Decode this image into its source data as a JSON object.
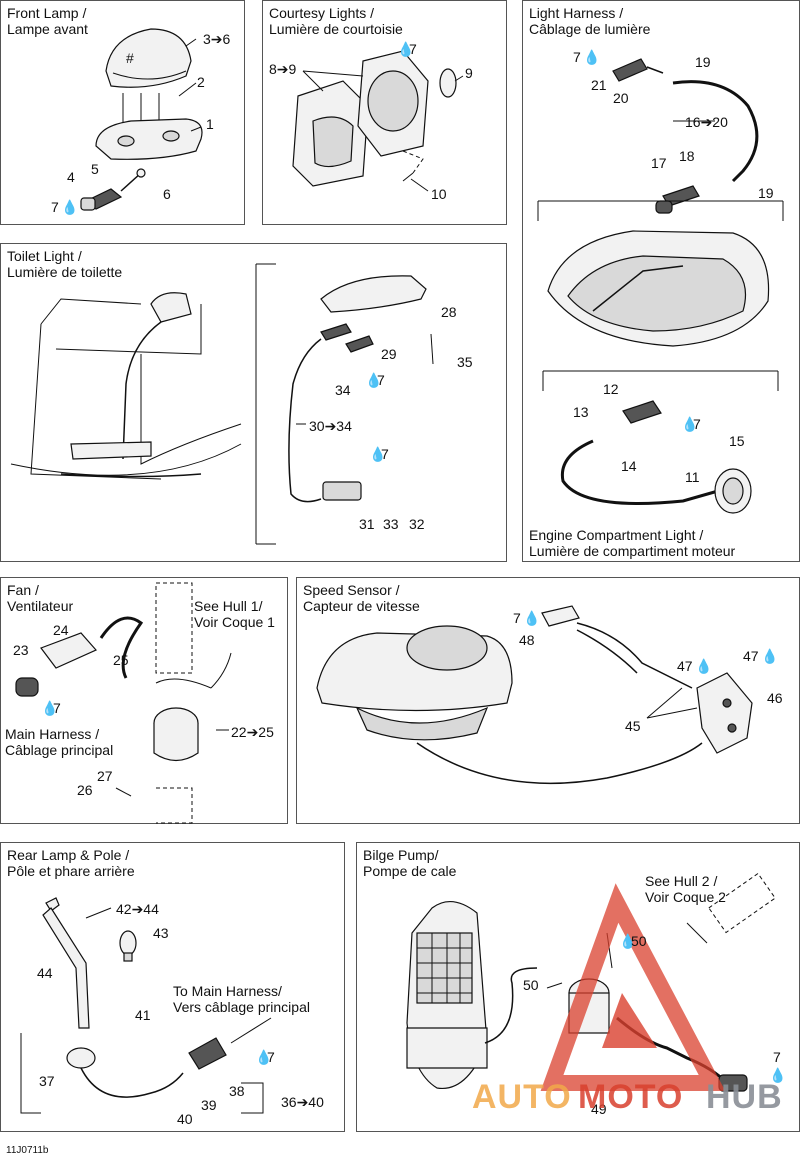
{
  "panels": {
    "front_lamp": {
      "title_en": "Front Lamp /",
      "title_fr": "Lampe avant",
      "callouts": [
        "3➔6",
        "2",
        "1",
        "5",
        "4",
        "6",
        "7"
      ]
    },
    "courtesy": {
      "title_en": "Courtesy Lights /",
      "title_fr": "Lumière de courtoisie",
      "callouts": [
        "8➔9",
        "7",
        "9",
        "10"
      ]
    },
    "light_harness": {
      "title_en": "Light Harness /",
      "title_fr": "Câblage de lumière",
      "callouts": [
        "7",
        "19",
        "21",
        "20",
        "16➔20",
        "17",
        "18",
        "19"
      ]
    },
    "toilet": {
      "title_en": "Toilet Light /",
      "title_fr": "Lumière de toilette",
      "callouts": [
        "28",
        "29",
        "35",
        "34",
        "7",
        "30➔34",
        "7",
        "31",
        "33",
        "32"
      ]
    },
    "engine": {
      "title_en": "Engine Compartment Light /",
      "title_fr": "Lumière de compartiment moteur",
      "callouts": [
        "12",
        "13",
        "7",
        "15",
        "14",
        "11"
      ]
    },
    "fan": {
      "title_en": "Fan /",
      "title_fr": "Ventilateur",
      "see_hull_en": "See Hull 1/",
      "see_hull_fr": "Voir Coque 1",
      "main_harness_en": "Main Harness /",
      "main_harness_fr": "Câblage principal",
      "callouts": [
        "24",
        "23",
        "25",
        "7",
        "22➔25",
        "27",
        "26"
      ]
    },
    "speed": {
      "title_en": "Speed Sensor /",
      "title_fr": "Capteur de vitesse",
      "callouts": [
        "7",
        "48",
        "47",
        "47",
        "46",
        "45"
      ]
    },
    "rear_lamp": {
      "title_en": "Rear Lamp & Pole /",
      "title_fr": "Pôle et phare arrière",
      "to_main_en": "To Main Harness/",
      "to_main_fr": "Vers câblage principal",
      "callouts": [
        "42➔44",
        "43",
        "44",
        "41",
        "7",
        "37",
        "38",
        "39",
        "40",
        "36➔40"
      ]
    },
    "bilge": {
      "title_en": "Bilge Pump/",
      "title_fr": "Pompe de cale",
      "see_hull_en": "See Hull 2 /",
      "see_hull_fr": "Voir Coque 2",
      "callouts": [
        "50",
        "50",
        "7",
        "49"
      ]
    }
  },
  "diagram_code": "11J0711b",
  "watermark": {
    "part1": "AUTO",
    "part2": "MOTO",
    "part3": "HUB"
  },
  "icons": {
    "lubricant": "oil-drop-icon"
  },
  "colors": {
    "line": "#111111",
    "watermark_orange": "#f2a94a",
    "watermark_red": "#d9402e",
    "watermark_grey": "#8a8f96"
  }
}
